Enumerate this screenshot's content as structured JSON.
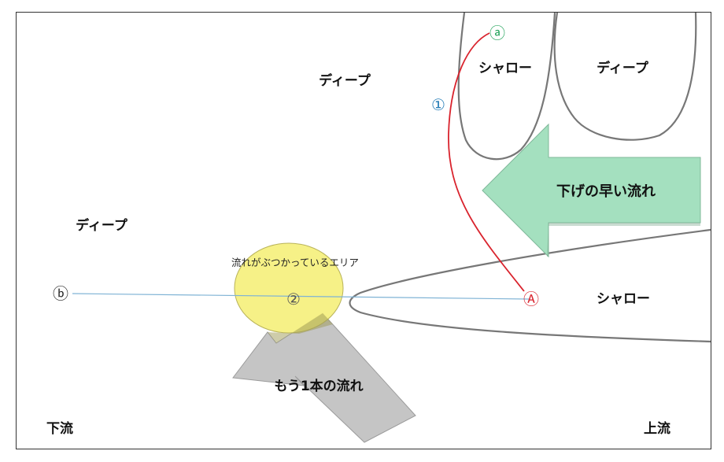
{
  "labels": {
    "deep_center": "ディープ",
    "deep_left": "ディープ",
    "deep_right": "ディープ",
    "shallow_top": "シャロー",
    "shallow_right": "シャロー",
    "fast_current": "下げの早い流れ",
    "collision_area": "流れがぶつかっているエリア",
    "other_current": "もう1本の流れ",
    "downstream": "下流",
    "upstream": "上流"
  },
  "markers": {
    "a": "ⓐ",
    "b": "ⓑ",
    "A": "Ⓐ",
    "one": "①",
    "two": "②"
  },
  "colors": {
    "fast_current_fill": "#a4e0bf",
    "other_current_fill": "#c8c8c8",
    "collision_fill": "#f5f07a",
    "route_red": "#d9232d",
    "line_blue": "#7fb3d5",
    "marker_green": "#22a35a",
    "marker_blue": "#2a7fb8"
  }
}
